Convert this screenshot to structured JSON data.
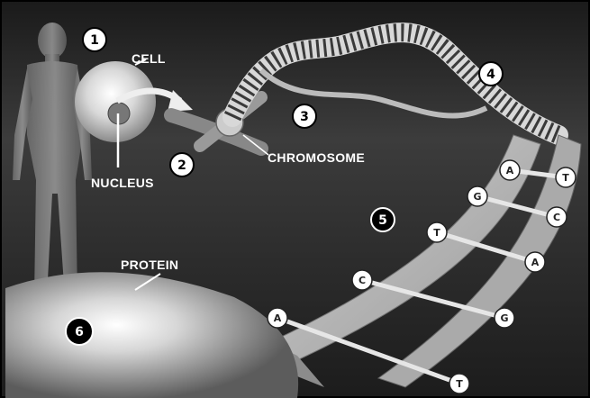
{
  "labels": {
    "cell": "CELL",
    "nucleus": "NUCLEUS",
    "chromosome": "CHROMOSOME",
    "protein": "PROTEIN"
  },
  "steps": {
    "s1": "1",
    "s2": "2",
    "s3": "3",
    "s4": "4",
    "s5": "5",
    "s6": "6"
  },
  "bases": {
    "left": [
      "A",
      "G",
      "T",
      "C",
      "A"
    ],
    "right": [
      "T",
      "C",
      "A",
      "G",
      "T"
    ]
  }
}
